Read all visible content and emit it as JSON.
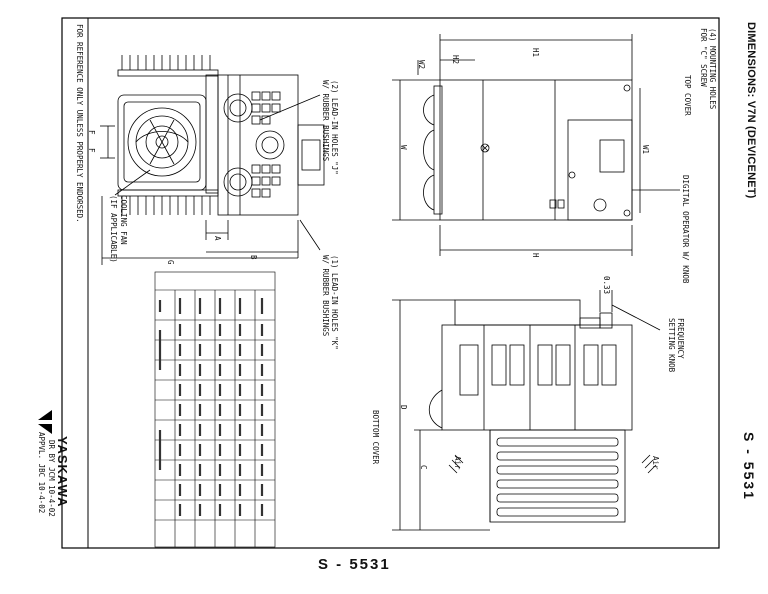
{
  "title": "DIMENSIONS: V7N (DEVICENET)",
  "sheet_code_side": "S - 5531",
  "sheet_code_bottom": "S - 5531",
  "notes": {
    "reference": "FOR REFERENCE ONLY UNLESS PROPERLY ENDORSED.",
    "cooling_fan": "COOLING FAN",
    "cooling_fan_note": "(IF APPLICABLE)",
    "lead_j_1": "(2) LEAD-IN HOLES \"J\"",
    "lead_j_2": "W/ RUBBER BUSHINGS",
    "lead_k_1": "(1) LEAD-IN HOLES \"K\"",
    "lead_k_2": "W/ RUBBER BUSHINGS",
    "mount_1": "(4) MOUNTING HOLES",
    "mount_2": "FOR \"C\" SCREW",
    "top_cover": "TOP COVER",
    "digital_operator": "DIGITAL OPERATOR W/ KNOB",
    "freq_1": "FREQUENCY",
    "freq_2": "SETTING KNOB",
    "bottom_cover": "BOTTOM COVER",
    "air_top": "Air",
    "air_bottom": "Air",
    "dim_033": "0.33"
  },
  "dims": {
    "h1": "H1",
    "h2": "H2",
    "w2": "W2",
    "w1": "W1",
    "w": "W",
    "h": "H",
    "a": "A",
    "b": "B",
    "g": "G",
    "f1": "F",
    "f2": "F",
    "d": "D",
    "c": "C"
  },
  "titleblock": {
    "brand": "YASKAWA",
    "dr_by": "DR BY JCM 10-4-02",
    "appvl": "APPVL. JBC 10-4-02"
  }
}
